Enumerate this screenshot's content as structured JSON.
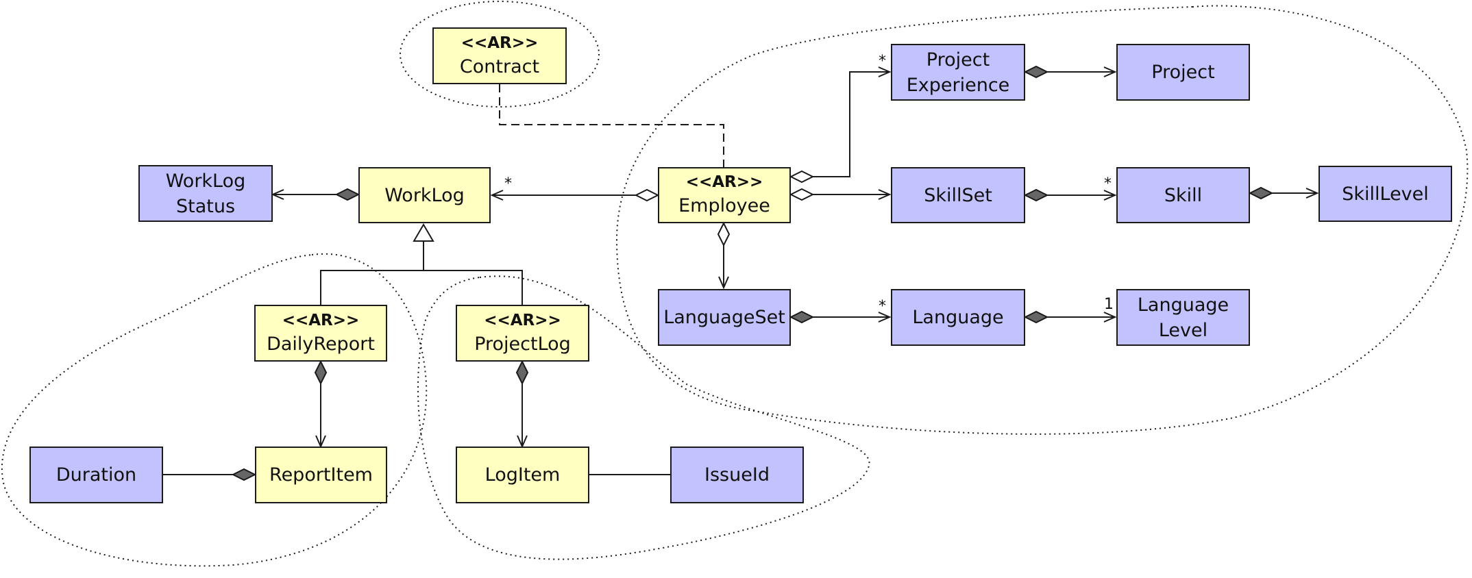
{
  "colors": {
    "aggregate_root_fill": "#ffffc2",
    "entity_fill": "#c2c2ff",
    "line": "#1a1a1a",
    "composition_diamond": "#666666",
    "aggregation_diamond": "#ffffff"
  },
  "classes": {
    "contract": {
      "stereotype": "<<AR>>",
      "name": "Contract"
    },
    "employee": {
      "stereotype": "<<AR>>",
      "name": "Employee"
    },
    "daily_report": {
      "stereotype": "<<AR>>",
      "name": "DailyReport"
    },
    "project_log": {
      "stereotype": "<<AR>>",
      "name": "ProjectLog"
    },
    "work_log": {
      "name": "WorkLog"
    },
    "report_item": {
      "name": "ReportItem"
    },
    "log_item": {
      "name": "LogItem"
    },
    "work_log_status": {
      "name": "WorkLog\nStatus"
    },
    "project_experience": {
      "name": "Project\nExperience"
    },
    "project": {
      "name": "Project"
    },
    "skill_set": {
      "name": "SkillSet"
    },
    "skill": {
      "name": "Skill"
    },
    "skill_level": {
      "name": "SkillLevel"
    },
    "language_set": {
      "name": "LanguageSet"
    },
    "language": {
      "name": "Language"
    },
    "language_level": {
      "name": "Language\nLevel"
    },
    "duration": {
      "name": "Duration"
    },
    "issue_id": {
      "name": "IssueId"
    }
  },
  "multiplicities": {
    "employee_worklog": "*",
    "employee_project_experience": "*",
    "skillset_skill": "*",
    "languageset_language": "*",
    "language_language_level": "1"
  }
}
